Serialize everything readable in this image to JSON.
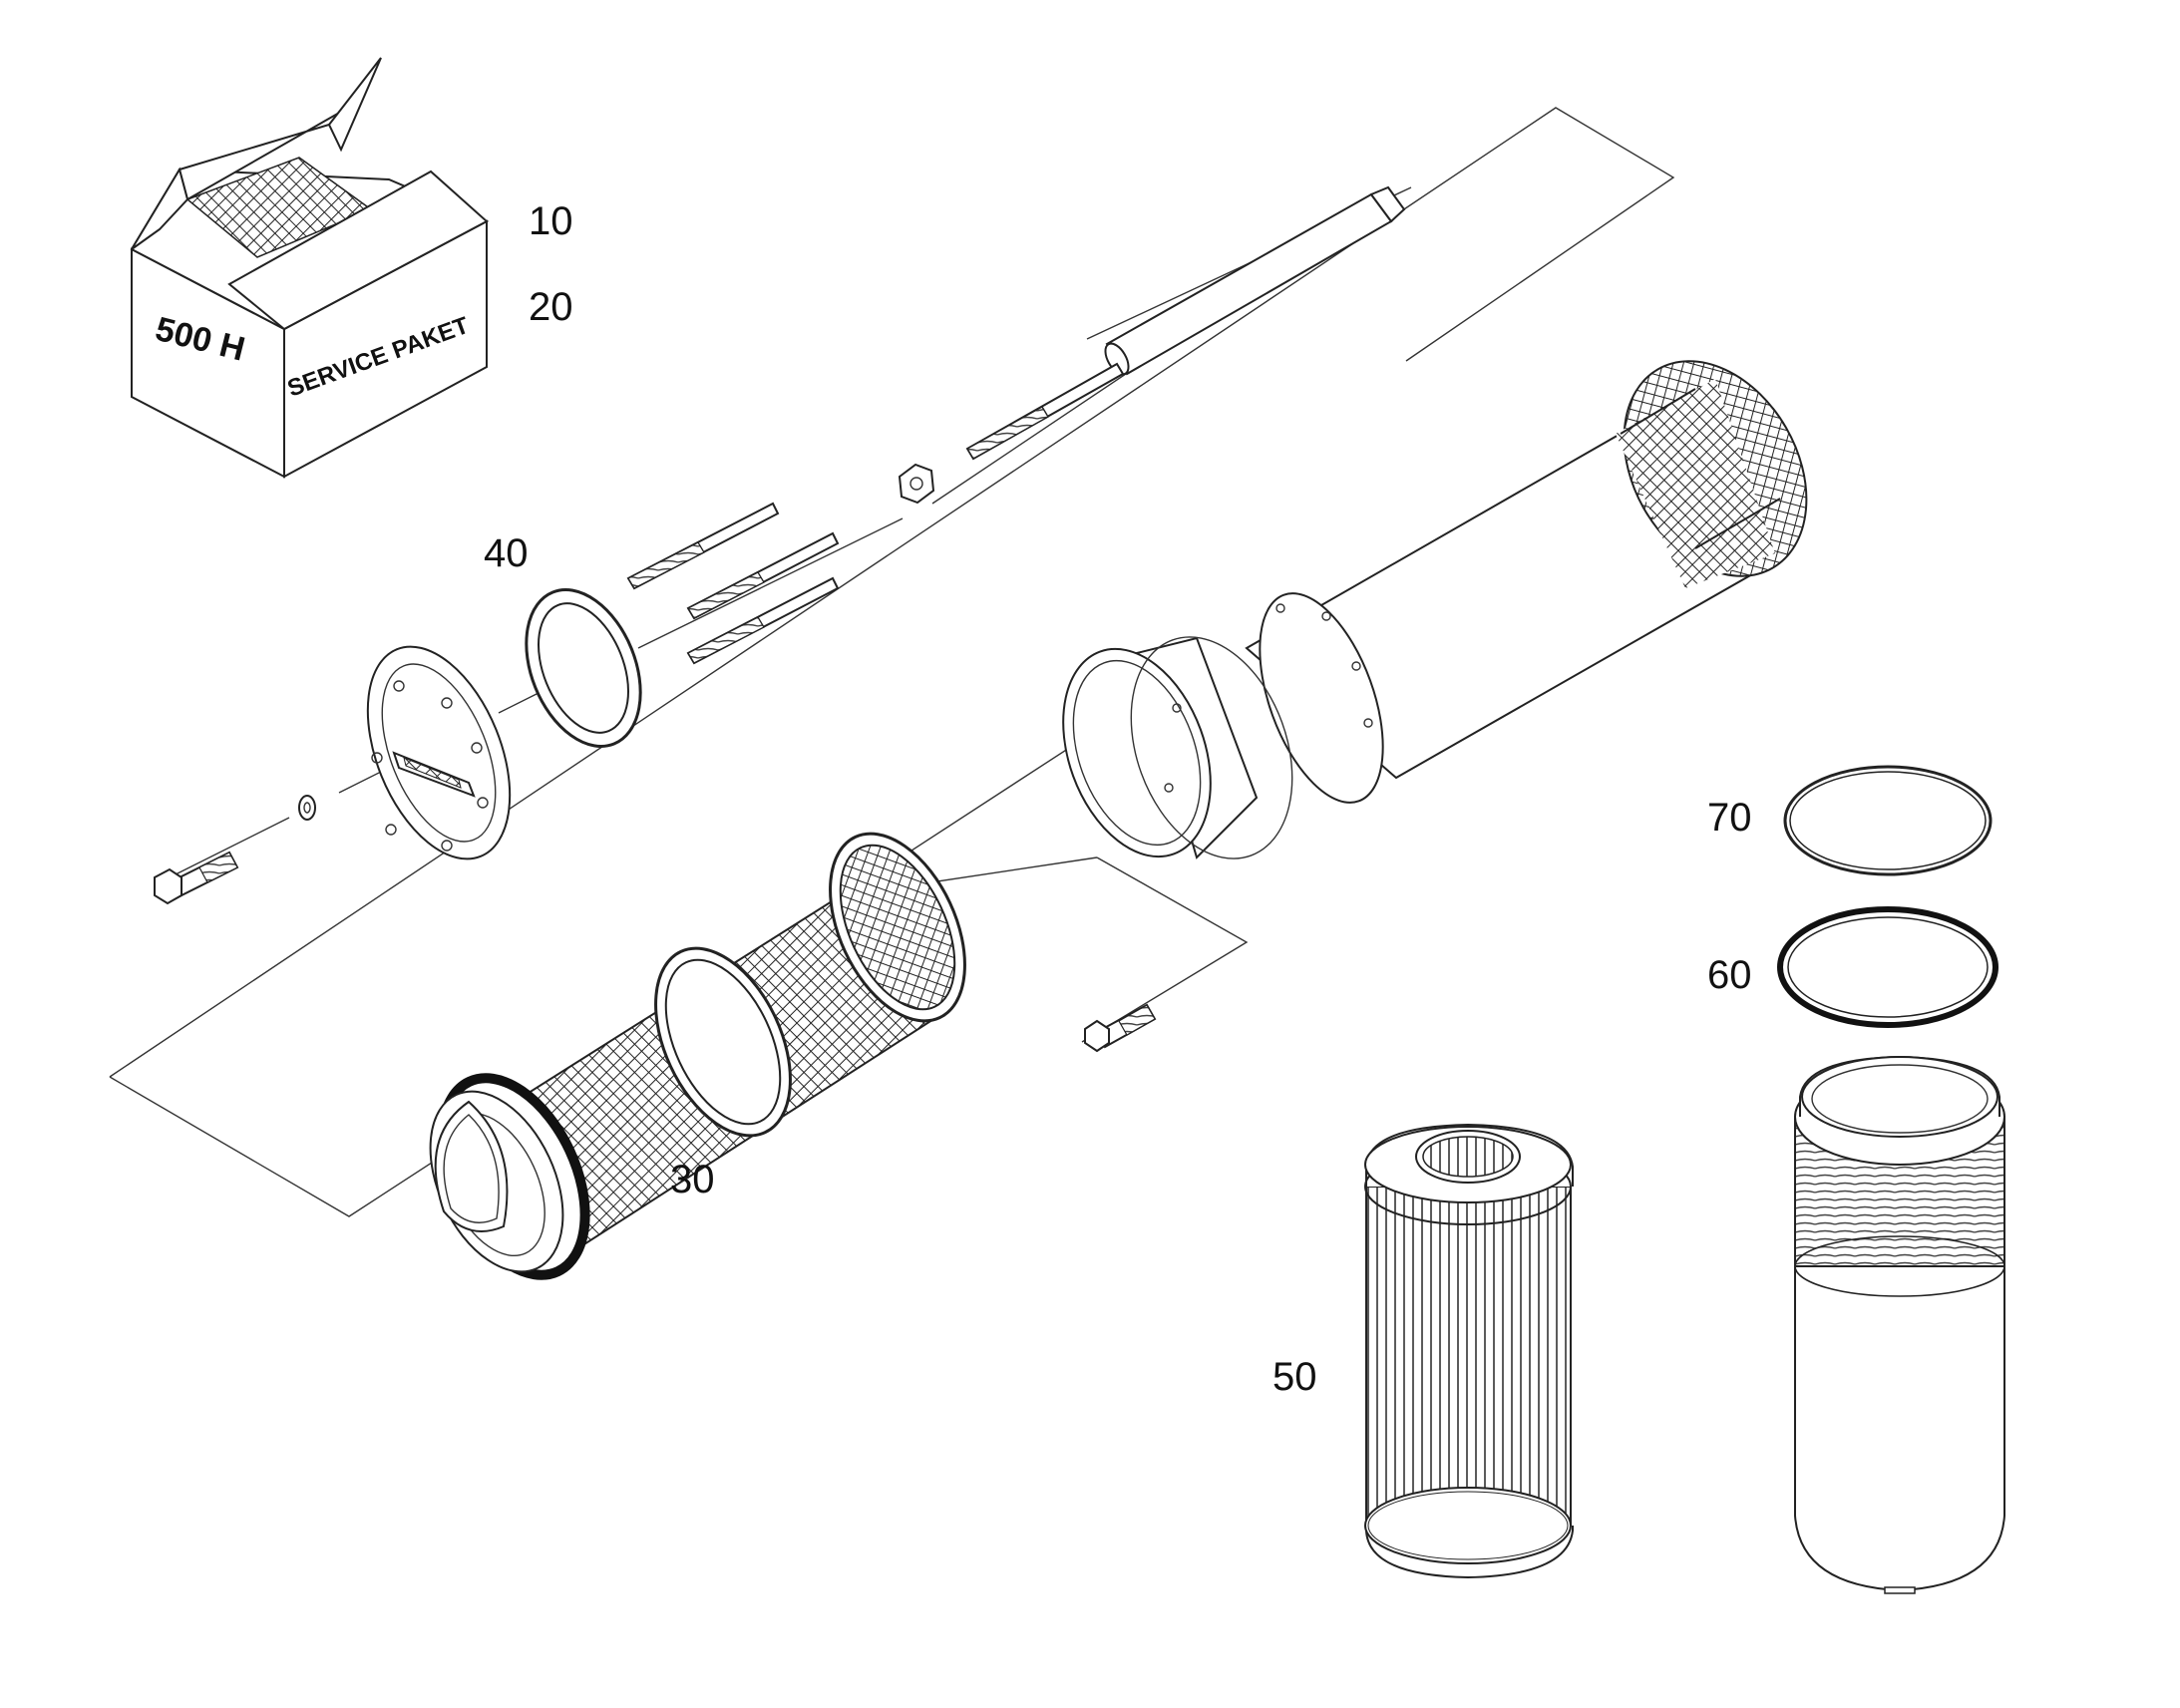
{
  "box": {
    "label_hours": "500 H",
    "label_service": "SERVICE PAKET"
  },
  "callouts": [
    {
      "id": "10",
      "text": "10"
    },
    {
      "id": "20",
      "text": "20"
    },
    {
      "id": "30",
      "text": "30"
    },
    {
      "id": "40",
      "text": "40"
    },
    {
      "id": "50",
      "text": "50"
    },
    {
      "id": "60",
      "text": "60"
    },
    {
      "id": "70",
      "text": "70"
    }
  ]
}
